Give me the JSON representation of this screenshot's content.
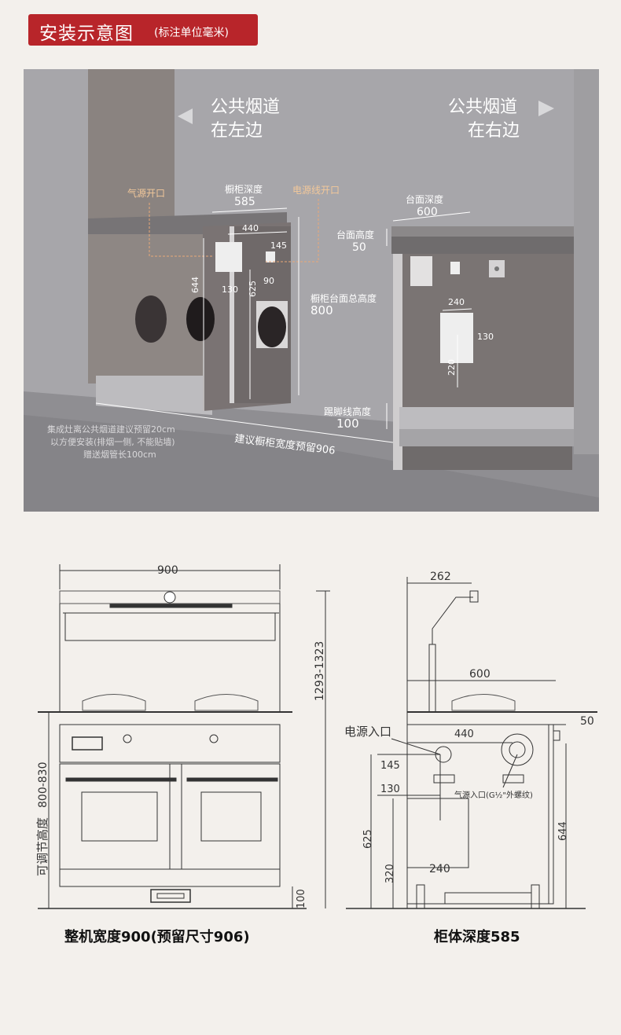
{
  "header": {
    "title": "安装示意图",
    "subtitle": "(标注单位毫米)"
  },
  "scene": {
    "left_flue_label": [
      "公共烟道",
      "在左边"
    ],
    "right_flue_label": [
      "公共烟道",
      "在右边"
    ],
    "gas_opening_label": "气源开口",
    "cabinet_depth_label": "橱柜深度",
    "cabinet_depth_value": "585",
    "power_opening_label": "电源线开口",
    "dim_440": "440",
    "dim_145": "145",
    "dim_130": "130",
    "dim_90": "90",
    "dim_625": "625",
    "dim_644": "644",
    "total_height_label": "橱柜台面总高度",
    "total_height_value": "800",
    "counter_depth_label": "台面深度",
    "counter_depth_value": "600",
    "counter_height_label": "台面高度",
    "counter_height_value": "50",
    "right_dim_240": "240",
    "right_dim_130": "130",
    "right_dim_220": "220",
    "kick_height_label": "踢脚线高度",
    "kick_height_value": "100",
    "reserve_width_label": "建议橱柜宽度预留906",
    "note_lines": [
      "集成灶离公共烟道建议预留20cm",
      "以方便安装(排烟一侧, 不能贴墙)",
      "赠送烟管长100cm"
    ]
  },
  "front_view": {
    "width_dim": "900",
    "height_dim": "1293-1323",
    "adjustable_label": "可调节高度",
    "adjustable_value": "800-830",
    "kick_dim": "100",
    "caption": "整机宽度900(预留尺寸906)"
  },
  "side_view": {
    "top_dim": "262",
    "counter_dim": "600",
    "counter_thk": "50",
    "power_inlet_label": "电源入口",
    "dim_440": "440",
    "dim_145": "145",
    "dim_130": "130",
    "gas_inlet_label": "气源入口(G½\"外螺纹)",
    "dim_625": "625",
    "dim_320": "320",
    "dim_240": "240",
    "dim_644": "644",
    "caption": "柜体深度585"
  },
  "colors": {
    "brand_red": "#b8252a",
    "annotation_orange": "#e8a878",
    "wall_grey": "#a9a8ab",
    "line_dark": "#333333"
  }
}
